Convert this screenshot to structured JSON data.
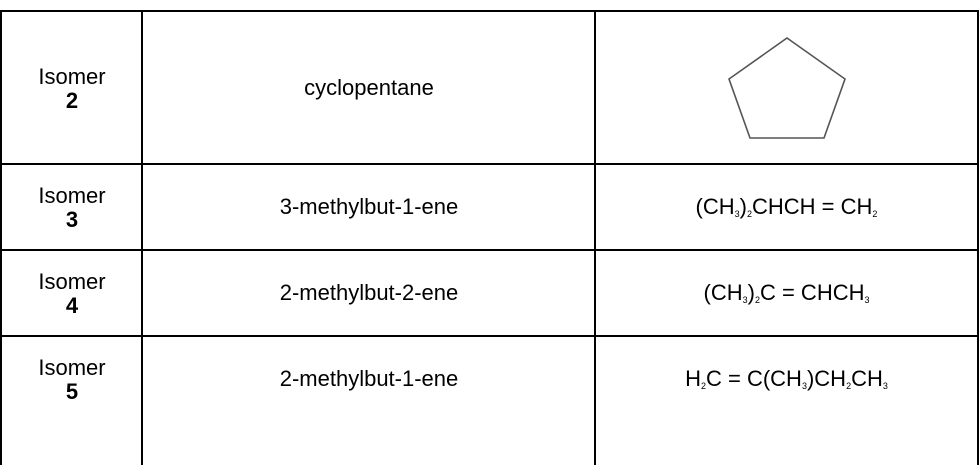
{
  "rows": [
    {
      "label": "Isomer",
      "number": "2",
      "name": "cyclopentane",
      "structure_icon": "cyclopentane-pentagon-icon"
    },
    {
      "label": "Isomer",
      "number": "3",
      "name": "3-methylbut-1-ene",
      "formula": [
        {
          "t": "(CH"
        },
        {
          "sub": "3"
        },
        {
          "t": ")"
        },
        {
          "sub": "2"
        },
        {
          "t": "CHCH = CH"
        },
        {
          "sub": "2"
        }
      ]
    },
    {
      "label": "Isomer",
      "number": "4",
      "name": "2-methylbut-2-ene",
      "formula": [
        {
          "t": "(CH"
        },
        {
          "sub": "3"
        },
        {
          "t": ")"
        },
        {
          "sub": "2"
        },
        {
          "t": "C = CHCH"
        },
        {
          "sub": "3"
        }
      ]
    },
    {
      "label": "Isomer",
      "number": "5",
      "name": "2-methylbut-1-ene",
      "formula": [
        {
          "t": "H"
        },
        {
          "sub": "2"
        },
        {
          "t": "C = C(CH"
        },
        {
          "sub": "3"
        },
        {
          "t": ")CH"
        },
        {
          "sub": "2"
        },
        {
          "t": "CH"
        },
        {
          "sub": "3"
        }
      ]
    }
  ]
}
